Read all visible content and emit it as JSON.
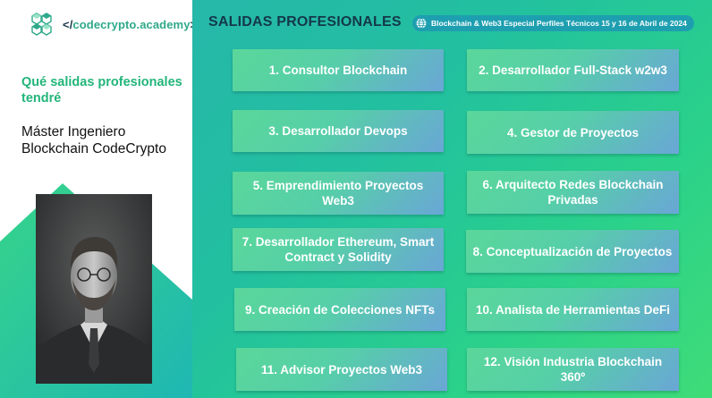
{
  "brand": {
    "logo_text_prefix": "</",
    "logo_text_main": "codecrypto.academy",
    "logo_text_suffix": ">"
  },
  "left": {
    "subtitle": "Qué salidas profesionales tendré",
    "course": "Máster Ingeniero Blockchain CodeCrypto"
  },
  "header": {
    "title": "SALIDAS PROFESIONALES",
    "event": "Blockchain & Web3 Especial Perfiles Técnicos 15 y 16 de Abril de 2024"
  },
  "careers": [
    {
      "label": "1. Consultor Blockchain"
    },
    {
      "label": "2. Desarrollador Full-Stack w2w3"
    },
    {
      "label": "3. Desarrollador Devops"
    },
    {
      "label": "4. Gestor de Proyectos"
    },
    {
      "label": "5. Emprendimiento Proyectos Web3"
    },
    {
      "label": "6. Arquitecto Redes Blockchain Privadas"
    },
    {
      "label": "7. Desarrollador Ethereum, Smart Contract y Solidity"
    },
    {
      "label": "8. Conceptualización de Proyectos"
    },
    {
      "label": "9. Creación de Colecciones NFTs"
    },
    {
      "label": "10. Analista de Herramientas DeFi"
    },
    {
      "label": "11. Advisor Proyectos Web3"
    },
    {
      "label": "12. Visión Industria Blockchain 360º"
    }
  ],
  "colors": {
    "accent_green": "#22b57a",
    "title_dark": "#14384a",
    "badge_blue": "#1e9fb0"
  },
  "icons": {
    "logo": "cube-logo-icon",
    "event": "globe-icon"
  }
}
